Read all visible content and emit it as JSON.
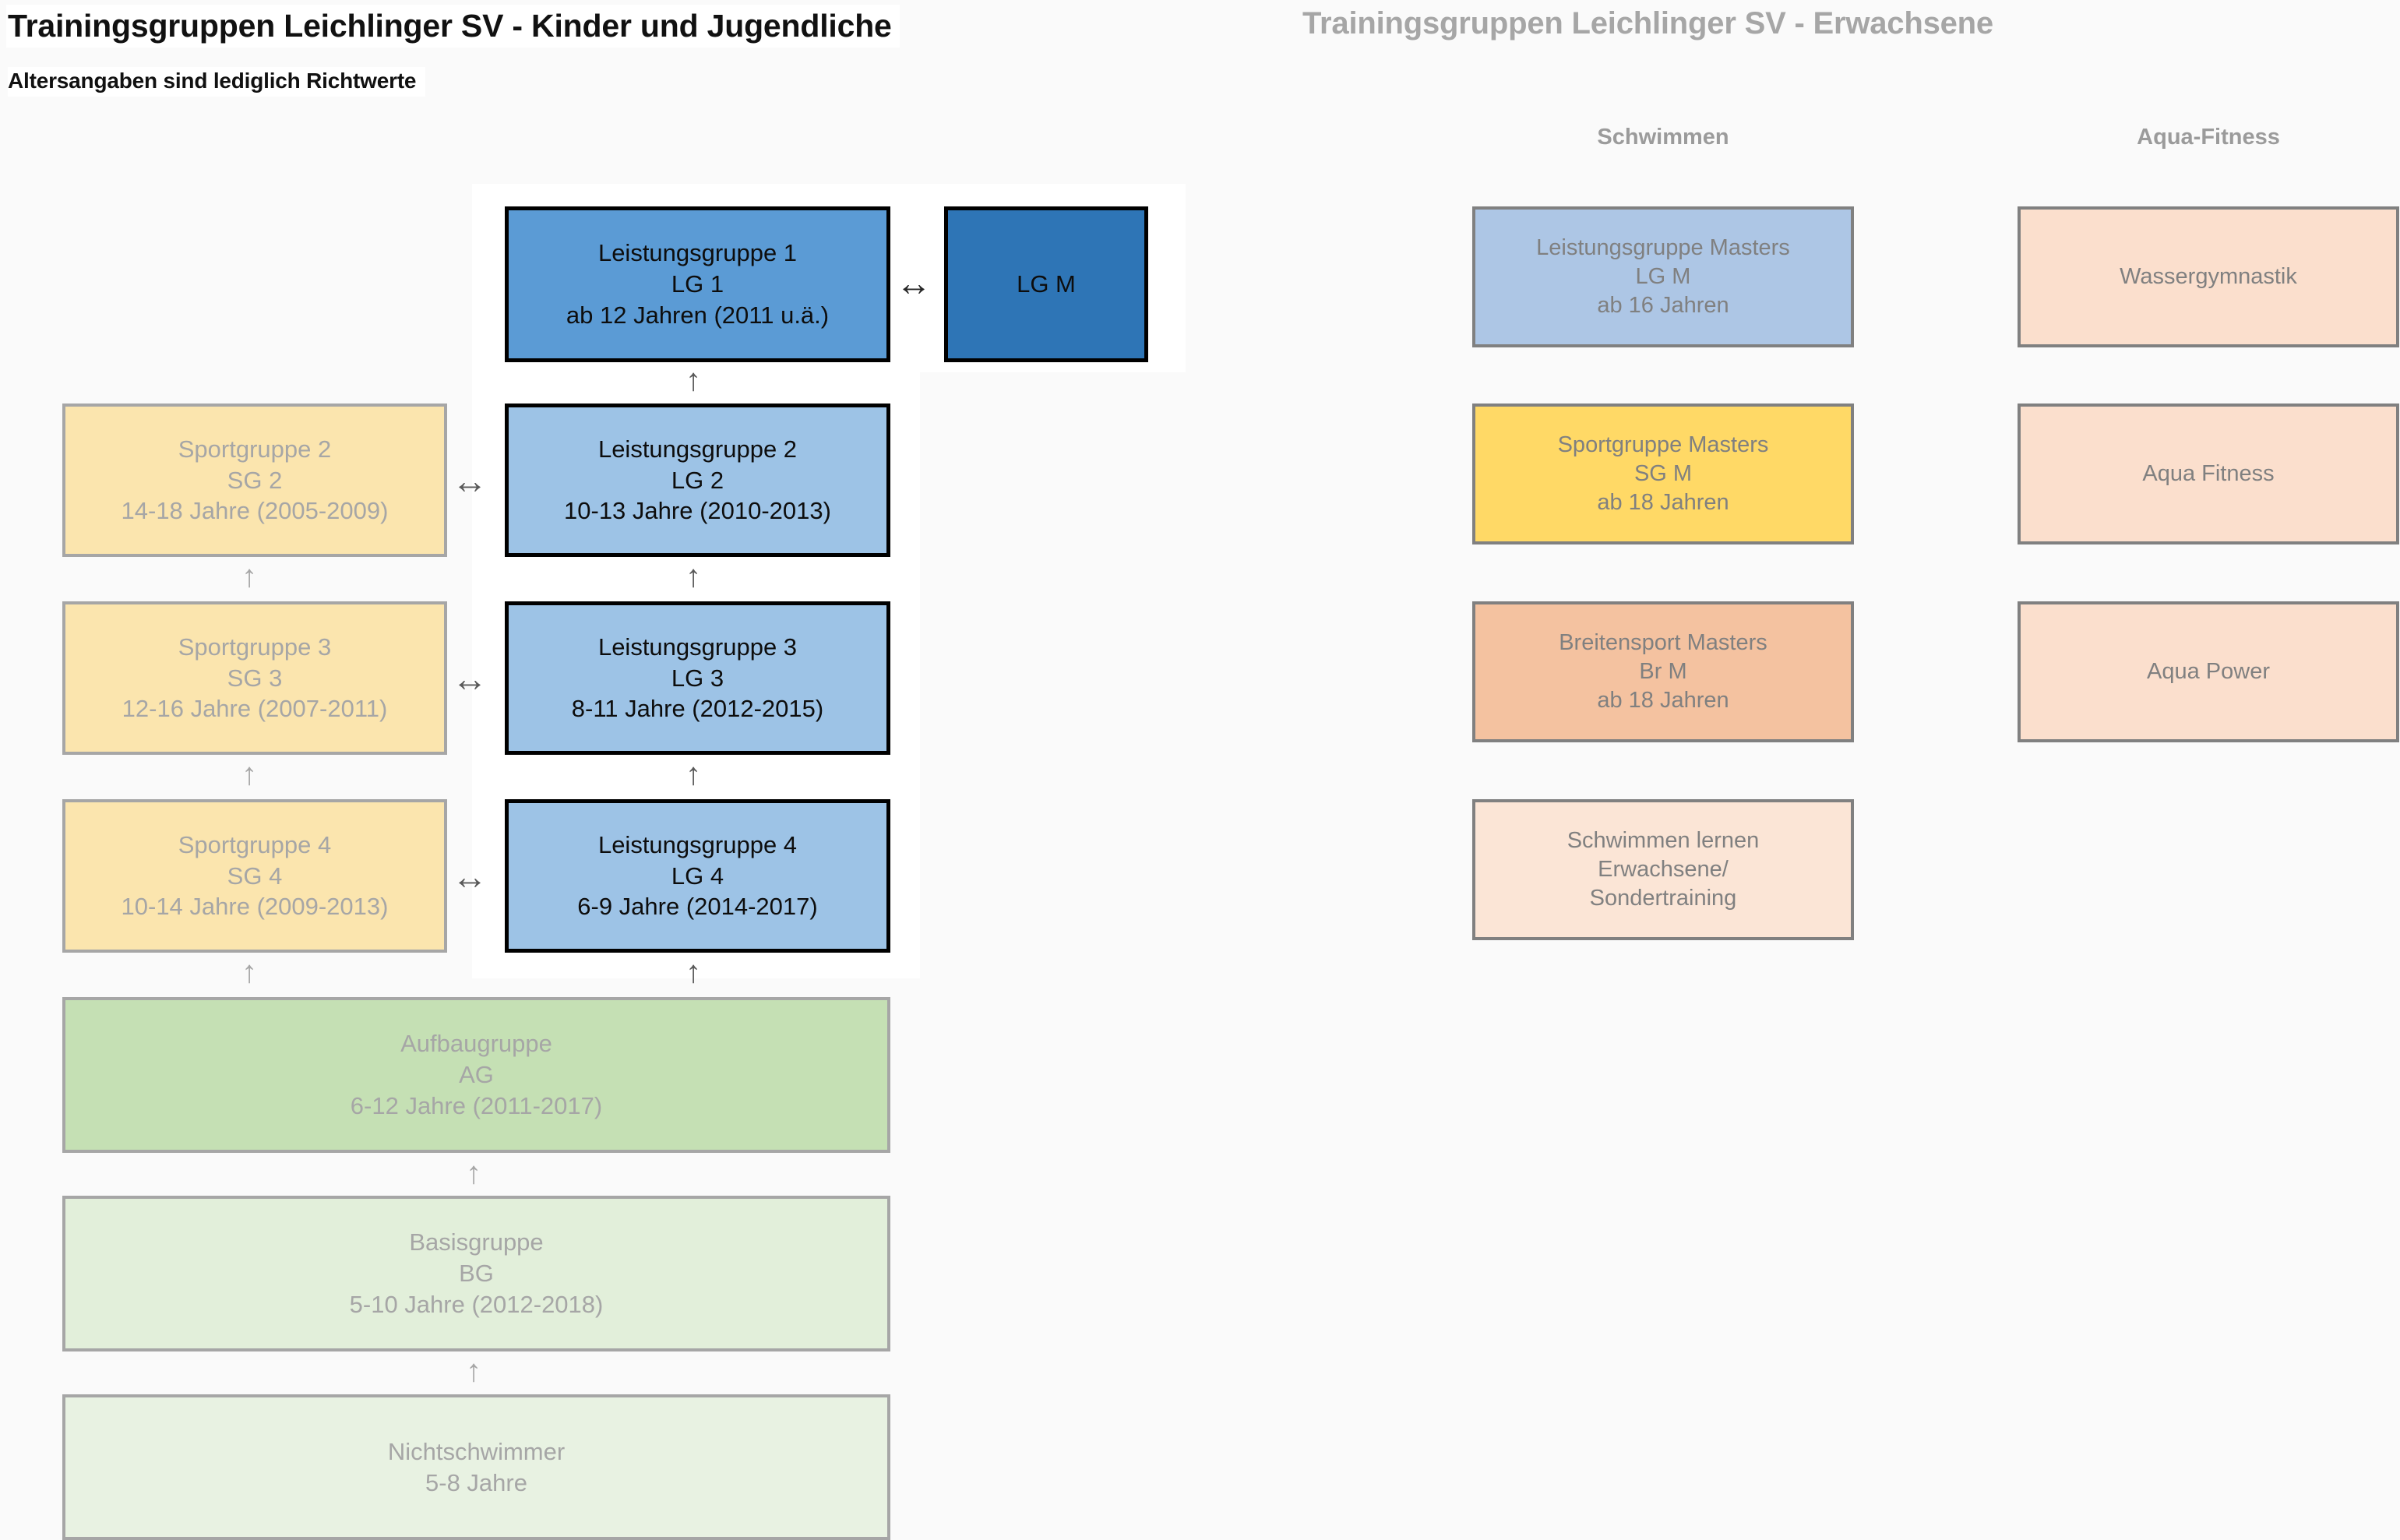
{
  "page": {
    "background": "#fafafa",
    "left_title": "Trainingsgruppen Leichlinger SV - Kinder und Jugendliche",
    "left_subtitle": "Altersangaben sind lediglich Richtwerte",
    "right_title": "Trainingsgruppen Leichlinger SV - Erwachsene"
  },
  "columns": {
    "schwimmen": "Schwimmen",
    "aqua": "Aqua-Fitness"
  },
  "colors": {
    "lg1": "#5b9bd5",
    "lgm_top": "#2e75b6",
    "lg": "#9dc3e6",
    "sg": "#fbe5ae",
    "aufbaugruppe": "#c5e0b4",
    "basisgruppe": "#e2efda",
    "nichtschwimmer": "#e8f2e2",
    "masters_lg": "#adc6e5",
    "masters_sg": "#ffd966",
    "masters_br": "#f4c2a0",
    "masters_schwimmenlernen": "#fbe5d6",
    "aqua": "#fbdfcd",
    "grey_text": "#a6a6a6",
    "grey_border": "#808080",
    "black_text": "#0d0d0d"
  },
  "leistungsgruppen": [
    {
      "name": "Leistungsgruppe 1",
      "short": "LG 1",
      "age": "ab 12 Jahren (2011 u.ä.)"
    },
    {
      "name": "Leistungsgruppe 2",
      "short": "LG 2",
      "age": "10-13 Jahre (2010-2013)"
    },
    {
      "name": "Leistungsgruppe 3",
      "short": "LG 3",
      "age": "8-11 Jahre (2012-2015)"
    },
    {
      "name": "Leistungsgruppe 4",
      "short": "LG 4",
      "age": "6-9 Jahre (2014-2017)"
    }
  ],
  "lg_masters_top": {
    "short": "LG M"
  },
  "sportgruppen": [
    {
      "name": "Sportgruppe 2",
      "short": "SG 2",
      "age": "14-18 Jahre (2005-2009)"
    },
    {
      "name": "Sportgruppe 3",
      "short": "SG 3",
      "age": "12-16 Jahre (2007-2011)"
    },
    {
      "name": "Sportgruppe 4",
      "short": "SG 4",
      "age": "10-14 Jahre (2009-2013)"
    }
  ],
  "grundgruppen": [
    {
      "name": "Aufbaugruppe",
      "short": "AG",
      "age": "6-12 Jahre (2011-2017)"
    },
    {
      "name": "Basisgruppe",
      "short": "BG",
      "age": "5-10 Jahre (2012-2018)"
    },
    {
      "name": "Nichtschwimmer",
      "short": "",
      "age": "5-8 Jahre"
    }
  ],
  "erwachsene_schwimmen": [
    {
      "name": "Leistungsgruppe Masters",
      "short": "LG M",
      "age": "ab 16 Jahren"
    },
    {
      "name": "Sportgruppe Masters",
      "short": "SG M",
      "age": "ab 18 Jahren"
    },
    {
      "name": "Breitensport Masters",
      "short": "Br M",
      "age": "ab 18 Jahren"
    },
    {
      "name": "Schwimmen lernen",
      "short": "Erwachsene/",
      "age": "Sondertraining"
    }
  ],
  "erwachsene_aqua": [
    {
      "name": "Wassergymnastik"
    },
    {
      "name": "Aqua Fitness"
    },
    {
      "name": "Aqua Power"
    }
  ],
  "arrows": {
    "up": "↑",
    "leftright": "↔"
  }
}
